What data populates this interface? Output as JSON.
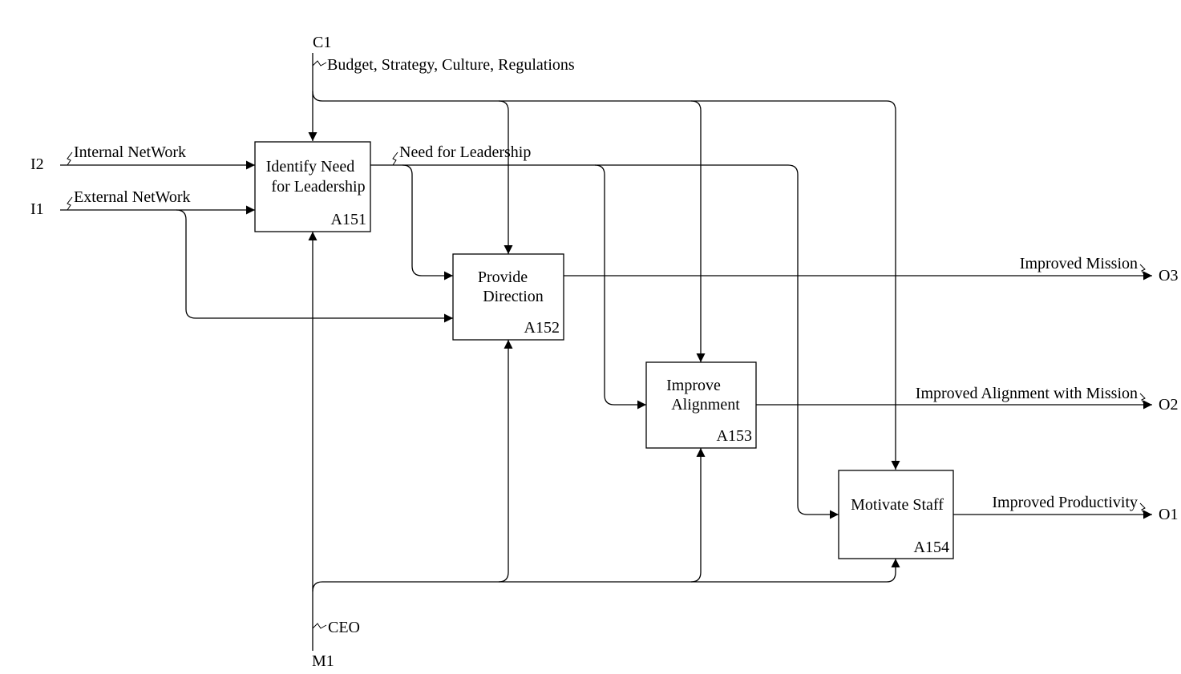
{
  "diagram": {
    "boxes": [
      {
        "id": "A151",
        "title_lines": [
          "Identify Need",
          "for Leadership"
        ]
      },
      {
        "id": "A152",
        "title_lines": [
          "Provide",
          "Direction"
        ]
      },
      {
        "id": "A153",
        "title_lines": [
          "Improve",
          "Alignment"
        ]
      },
      {
        "id": "A154",
        "title_lines": [
          "Motivate Staff"
        ]
      }
    ],
    "ports": {
      "c1": "C1",
      "i1": "I1",
      "i2": "I2",
      "m1": "M1",
      "o1": "O1",
      "o2": "O2",
      "o3": "O3"
    },
    "labels": {
      "control": "Budget, Strategy, Culture, Regulations",
      "internal": "Internal NetWork",
      "external": "External NetWork",
      "need": "Need for Leadership",
      "mission": "Improved Mission",
      "alignment": "Improved Alignment with Mission",
      "productivity": "Improved Productivity",
      "mechanism": "CEO"
    }
  }
}
